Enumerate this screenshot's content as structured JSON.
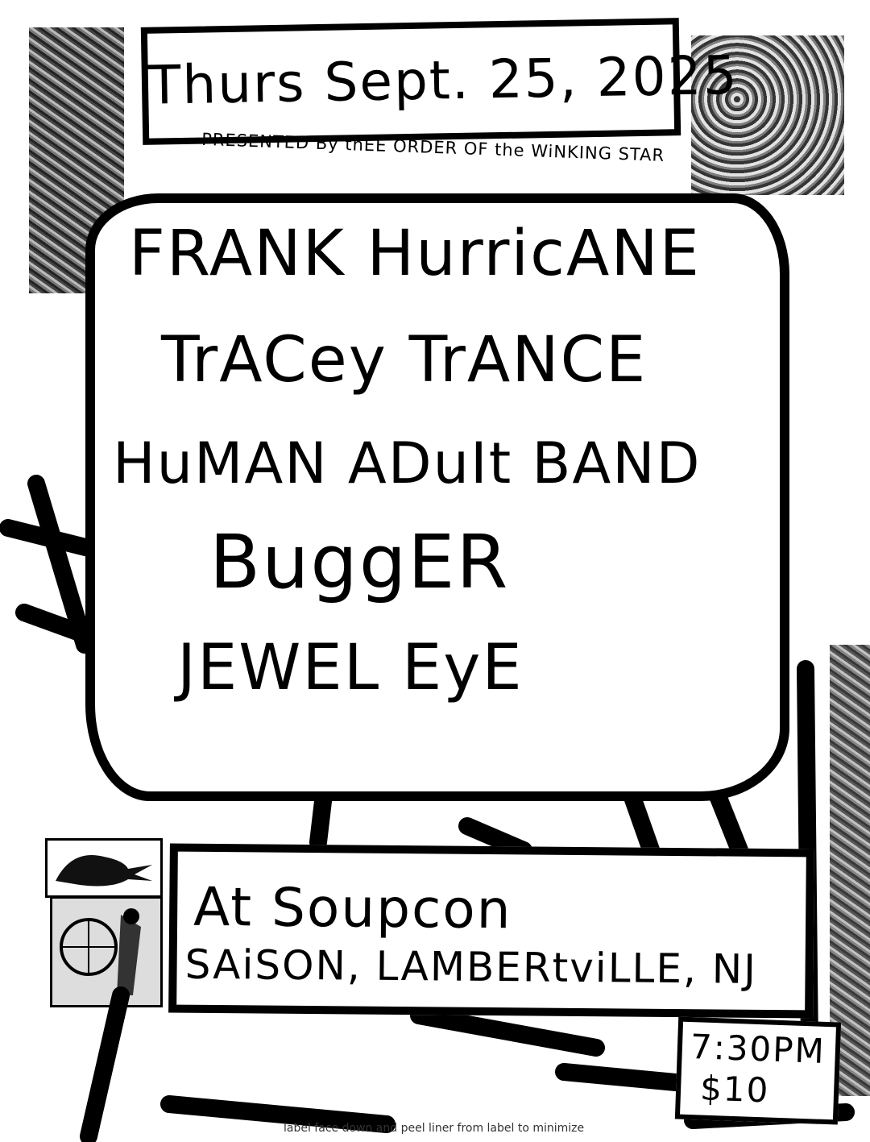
{
  "header": {
    "date": "Thurs Sept. 25, 2025",
    "presenter": "PRESENTED By thEE ORDER OF the WiNKING STAR"
  },
  "lineup": {
    "bands": [
      "FRANK HurricANE",
      "TrACey TrANCE",
      "HuMAN ADuIt BAND",
      "BuggER",
      "JEWEL EyE"
    ]
  },
  "venue": {
    "line1": "At Soupcon",
    "line2": "SAiSON, LAMBERtviLLE, NJ"
  },
  "ticket": {
    "time": "7:30PM",
    "price": "$10"
  },
  "footer_scrap": "label face down and peel liner from label to minimize"
}
